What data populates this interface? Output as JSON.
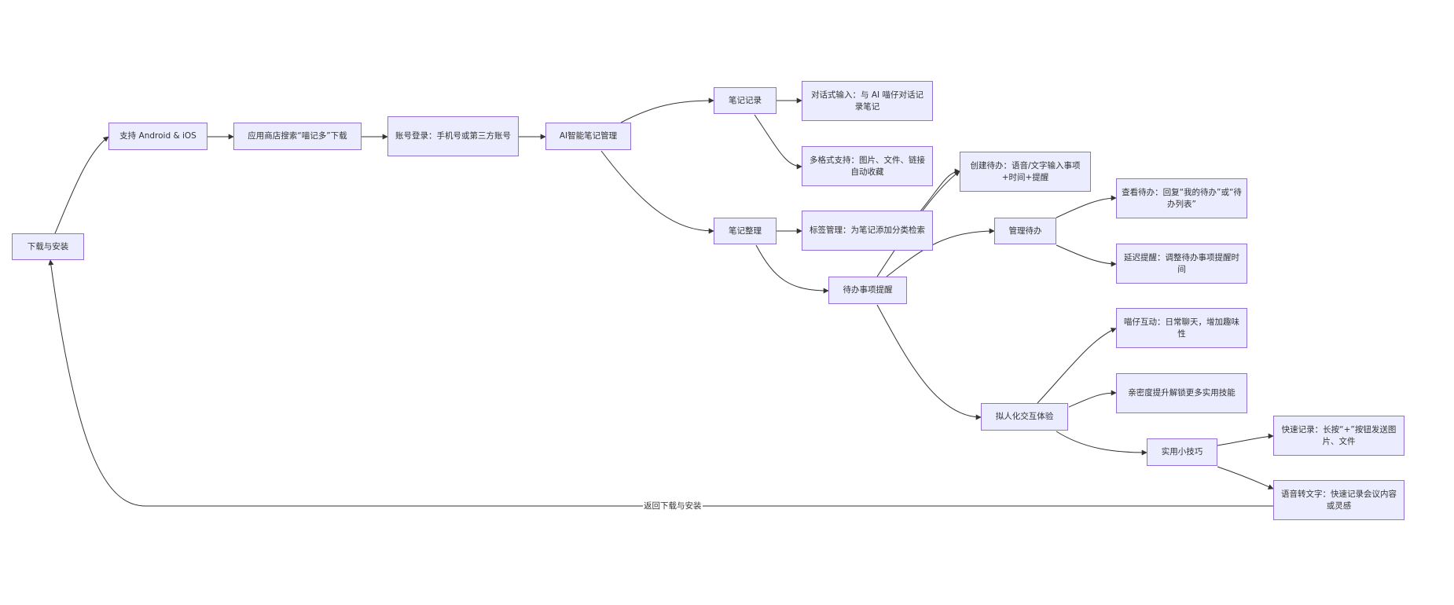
{
  "nodes": {
    "download": "下载与安装",
    "support": "支持 Android & iOS",
    "appstore": "应用商店搜索“喵记多”下载",
    "login": "账号登录：手机号或第三方账号",
    "ai": "AI智能笔记管理",
    "record": "笔记记录",
    "dialog": "对话式输入：与 AI 喵仔对话记录笔记",
    "multi": "多格式支持：图片、文件、链接自动收藏",
    "organize": "笔记整理",
    "tag": "标签管理：为笔记添加分类检索",
    "todo": "待办事项提醒",
    "create": "创建待办：语音/文字输入事项+时间+提醒",
    "manage": "管理待办",
    "view": "查看待办：回复“我的待办”或“待办列表”",
    "delay": "延迟提醒：调整待办事项提醒时间",
    "human": "拟人化交互体验",
    "chat": "喵仔互动：日常聊天，增加趣味性",
    "intimacy": "亲密度提升解锁更多实用技能",
    "tips": "实用小技巧",
    "quick": "快速记录：长按“+”按钮发送图片、文件",
    "voice": "语音转文字：快速记录会议内容或灵感"
  },
  "edge_labels": {
    "back": "返回下载与安装"
  },
  "colors": {
    "node_fill": "#ececff",
    "node_border": "#9370db",
    "line": "#333333",
    "text": "#333333"
  }
}
